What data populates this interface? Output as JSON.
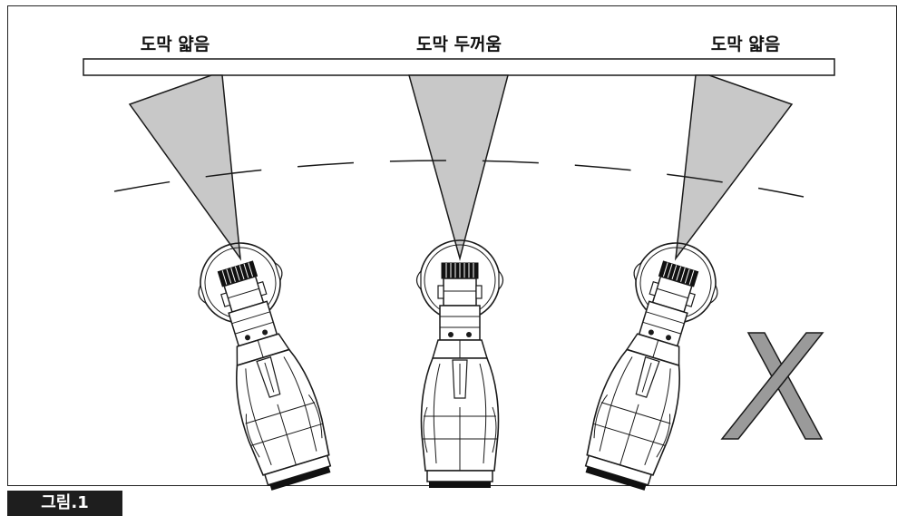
{
  "labels": {
    "left": "도막 얇음",
    "center": "도막 두꺼움",
    "right": "도막 얇음"
  },
  "figure_tag": "그림.1",
  "colors": {
    "spray": "#c8c8c8",
    "stroke": "#1a1a1a",
    "cross": "#9a9a9a",
    "tag_bg": "#1e1e1e"
  },
  "icons": {
    "wrong_mark": "x-mark-icon",
    "gun": "spray-gun-icon"
  }
}
